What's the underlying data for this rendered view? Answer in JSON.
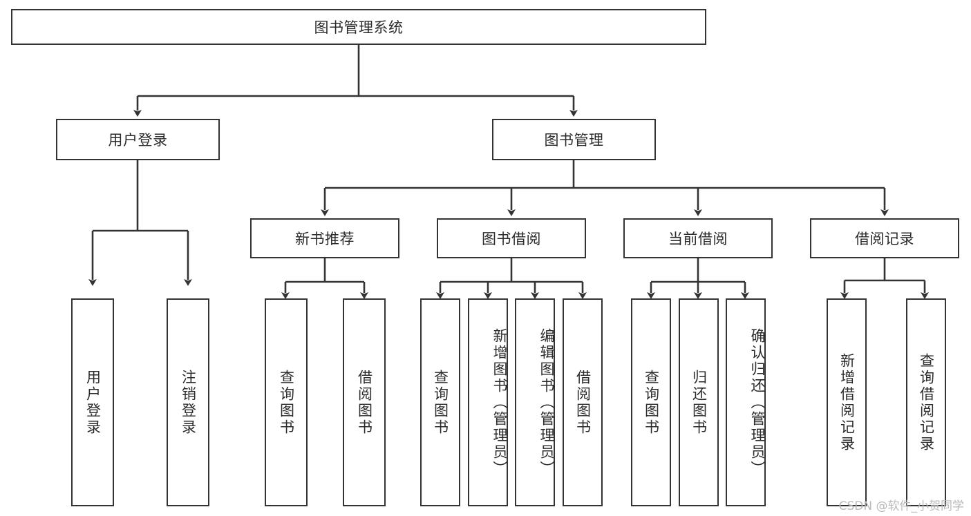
{
  "diagram": {
    "type": "tree",
    "title": "图书管理系统",
    "watermark": "CSDN @软件_小贺同学",
    "colors": {
      "box_border": "#333333",
      "box_fill": "#ffffff",
      "text": "#2b2b2b",
      "connector": "#333333",
      "watermark": "#b9b9b9",
      "page_background": "#ffffff"
    },
    "nodes": {
      "root": {
        "label": "图书管理系统"
      },
      "level1": [
        {
          "id": "user-login",
          "label": "用户登录"
        },
        {
          "id": "book-management",
          "label": "图书管理"
        }
      ],
      "level2": [
        {
          "id": "new-book-recommend",
          "label": "新书推荐"
        },
        {
          "id": "book-borrow",
          "label": "图书借阅"
        },
        {
          "id": "current-borrow",
          "label": "当前借阅"
        },
        {
          "id": "borrow-record",
          "label": "借阅记录"
        }
      ],
      "leaves": {
        "user-login": [
          {
            "id": "leaf-user-login",
            "label": "用户登录"
          },
          {
            "id": "leaf-logout-login",
            "label": "注销登录"
          }
        ],
        "new-book-recommend": [
          {
            "id": "leaf-query-book-1",
            "label": "查询图书"
          },
          {
            "id": "leaf-borrow-book-1",
            "label": "借阅图书"
          }
        ],
        "book-borrow": [
          {
            "id": "leaf-query-book-2",
            "label": "查询图书"
          },
          {
            "id": "leaf-add-book",
            "label": "新增图书（管理员）"
          },
          {
            "id": "leaf-edit-book",
            "label": "编辑图书（管理员）"
          },
          {
            "id": "leaf-borrow-book-2",
            "label": "借阅图书"
          }
        ],
        "current-borrow": [
          {
            "id": "leaf-query-book-3",
            "label": "查询图书"
          },
          {
            "id": "leaf-return-book",
            "label": "归还图书"
          },
          {
            "id": "leaf-confirm-return",
            "label": "确认归还（管理员）"
          }
        ],
        "borrow-record": [
          {
            "id": "leaf-add-record",
            "label": "新增借阅记录"
          },
          {
            "id": "leaf-query-record",
            "label": "查询借阅记录"
          }
        ]
      }
    }
  }
}
